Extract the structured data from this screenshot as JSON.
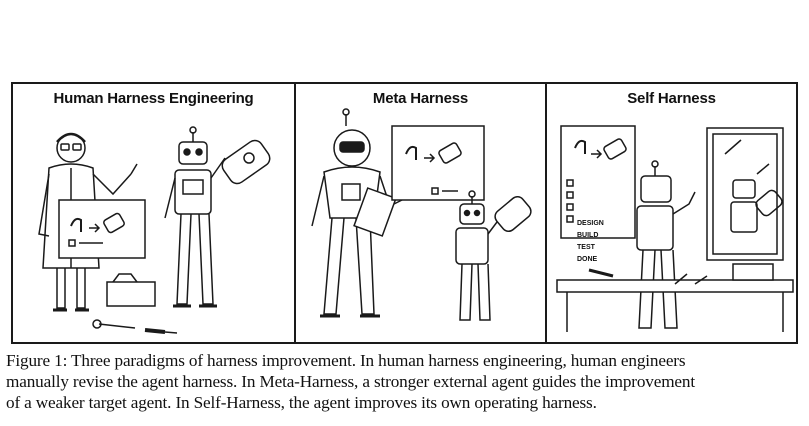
{
  "panels": [
    {
      "title": "Human Harness Engineering"
    },
    {
      "title": "Meta Harness"
    },
    {
      "title": "Self Harness"
    }
  ],
  "checklist": [
    "DESIGN",
    "BUILD",
    "TEST",
    "DONE"
  ],
  "caption": {
    "line1": "Figure 1: Three paradigms of harness improvement. In human harness engineering, human engineers",
    "line2": "manually revise the agent harness. In Meta-Harness, a stronger external agent guides the improvement",
    "line3": "of a weaker target agent. In Self-Harness, the agent improves its own operating harness."
  },
  "icons": [
    "engineer",
    "robot",
    "robot-arm",
    "toolbox",
    "wrench",
    "screwdriver",
    "clipboard",
    "mirror",
    "poster",
    "arrow"
  ]
}
